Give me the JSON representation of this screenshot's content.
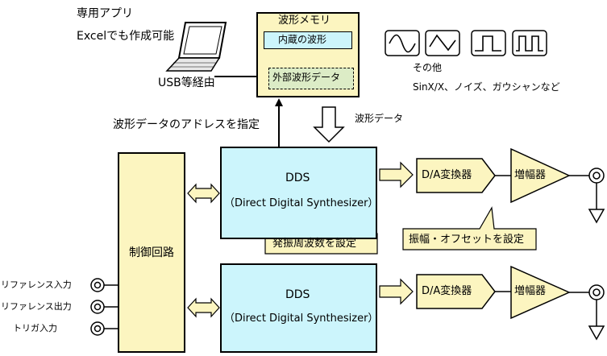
{
  "software": {
    "title": "専用アプリ",
    "subtitle": "Excelでも作成可能",
    "usb": "USB等経由"
  },
  "memory": {
    "title": "波形メモリ",
    "internal": "内蔵の波形",
    "external": "外部波形データ"
  },
  "waveforms": {
    "caption": "その他",
    "examples": "SinX/X、ノイズ、ガウシャンなど",
    "icons": [
      "sine-wave-icon",
      "triangle-wave-icon",
      "pulse-wave-icon",
      "square-wave-icon"
    ]
  },
  "arrows": {
    "address": "波形データのアドレスを指定",
    "data": "波形データ"
  },
  "control": {
    "title": "制御回路"
  },
  "dds1": {
    "title": "DDS",
    "subtitle": "（Direct Digital Synthesizer）",
    "callout": "発振周波数を設定"
  },
  "dds2": {
    "title": "DDS",
    "subtitle": "（Direct Digital Synthesizer）"
  },
  "dac": {
    "label": "D/A変換器"
  },
  "amp": {
    "label": "増幅器"
  },
  "amp_callout": "振幅・オフセットを設定",
  "inputs": [
    "リファレンス入力",
    "リファレンス出力",
    "トリガ入力"
  ],
  "colors": {
    "cyan": "#ccf5fc",
    "yellow": "#fcf5c0",
    "memory": "#fcf5c0",
    "inner": "#dcecc6"
  }
}
